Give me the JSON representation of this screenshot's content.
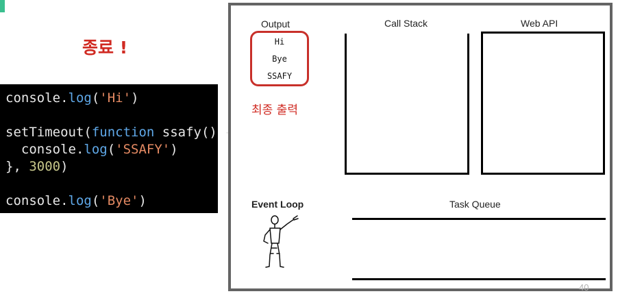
{
  "slide": {
    "status_text": "종료 !",
    "code_lines": [
      [
        {
          "t": "console.",
          "c": "plain"
        },
        {
          "t": "log",
          "c": "fn"
        },
        {
          "t": "(",
          "c": "plain"
        },
        {
          "t": "'Hi'",
          "c": "str"
        },
        {
          "t": ")",
          "c": "plain"
        }
      ],
      [],
      [
        {
          "t": "setTimeout(",
          "c": "plain"
        },
        {
          "t": "function",
          "c": "fn"
        },
        {
          "t": " ssafy() {",
          "c": "plain"
        }
      ],
      [
        {
          "t": "  console.",
          "c": "plain"
        },
        {
          "t": "log",
          "c": "fn"
        },
        {
          "t": "(",
          "c": "plain"
        },
        {
          "t": "'SSAFY'",
          "c": "str"
        },
        {
          "t": ")",
          "c": "plain"
        }
      ],
      [
        {
          "t": "}, ",
          "c": "plain"
        },
        {
          "t": "3000",
          "c": "num"
        },
        {
          "t": ")",
          "c": "plain"
        }
      ],
      [],
      [
        {
          "t": "console.",
          "c": "plain"
        },
        {
          "t": "log",
          "c": "fn"
        },
        {
          "t": "(",
          "c": "plain"
        },
        {
          "t": "'Bye'",
          "c": "str"
        },
        {
          "t": ")",
          "c": "plain"
        }
      ]
    ],
    "output": {
      "label": "Output",
      "items": [
        "Hi",
        "Bye",
        "SSAFY"
      ],
      "caption": "최종 출력"
    },
    "call_stack_label": "Call Stack",
    "web_api_label": "Web API",
    "event_loop_label": "Event Loop",
    "task_queue_label": "Task Queue",
    "page_number": "40"
  },
  "colors": {
    "accent_red": "#d02a22",
    "output_border": "#c8302a",
    "code_bg": "#000000",
    "code_keyword": "#5fa8e8",
    "code_string": "#e58a63",
    "code_number": "#c7c78a",
    "corner_mark": "#3bbf8f",
    "panel_border": "#646464"
  },
  "icons": {
    "figure": "pointing-person-icon"
  }
}
